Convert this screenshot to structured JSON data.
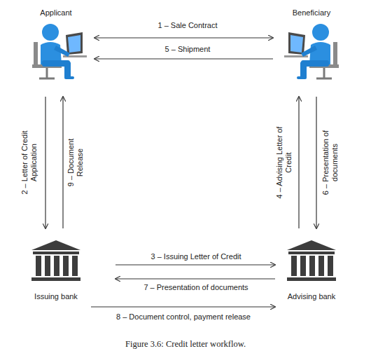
{
  "diagram": {
    "caption": "Figure 3.6: Credit letter workflow.",
    "nodes": [
      {
        "text": [
          "Applicant"
        ]
      },
      {
        "text": [
          "Beneficiary"
        ]
      },
      {
        "text": [
          "Issuing bank"
        ]
      },
      {
        "text": [
          "Advising bank"
        ]
      }
    ],
    "edges": [
      {
        "from": 0,
        "to": 1,
        "label": "1 – Sale Contract",
        "arrow": "both"
      },
      {
        "from": 0,
        "to": 2,
        "label": "2 – Letter of Credit Application",
        "arrow": "to"
      },
      {
        "from": 2,
        "to": 3,
        "label": "3 – Issuing Letter of Credit",
        "arrow": "to"
      },
      {
        "from": 3,
        "to": 1,
        "label": "4 – Advising Letter of Credit",
        "arrow": "to"
      },
      {
        "from": 1,
        "to": 0,
        "label": "5 – Shipment",
        "arrow": "to"
      },
      {
        "from": 1,
        "to": 3,
        "label": "6 – Presentation of documents",
        "arrow": "to"
      },
      {
        "from": 3,
        "to": 2,
        "label": "7 – Presentation of documents",
        "arrow": "to"
      },
      {
        "from": 2,
        "to": 3,
        "label": "8 – Document control, payment release",
        "arrow": "to"
      },
      {
        "from": 2,
        "to": 0,
        "label": "9 – Document Release",
        "arrow": "to"
      }
    ]
  }
}
